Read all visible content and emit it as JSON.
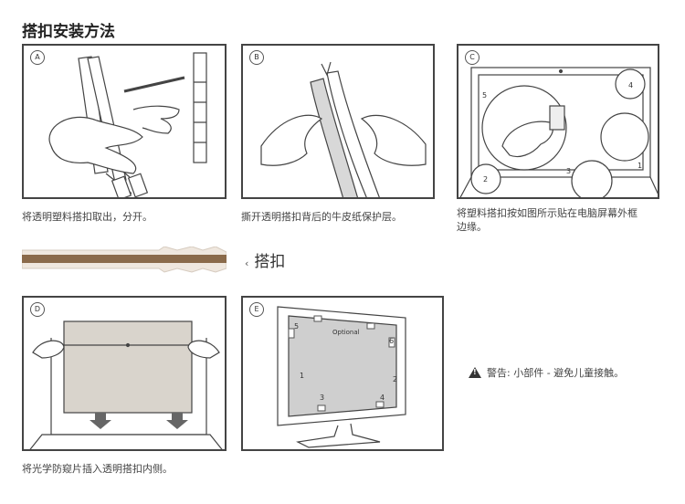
{
  "title": "搭扣安装方法",
  "steps": [
    {
      "badge": "A",
      "caption": "将透明塑料搭扣取出，分开。"
    },
    {
      "badge": "B",
      "caption": "撕开透明搭扣背后的牛皮纸保护层。"
    },
    {
      "badge": "C",
      "caption_line1": "将塑料搭扣按如图所示贴在电脑屏幕外框",
      "caption_line2": "边缘。",
      "numbers": [
        "5",
        "4",
        "2",
        "3",
        "1"
      ]
    },
    {
      "badge": "D",
      "caption": "将光学防窥片插入透明搭扣内侧。"
    },
    {
      "badge": "E",
      "optional_label": "Optional",
      "numbers": [
        "5",
        "6",
        "1",
        "2",
        "3",
        "4"
      ]
    }
  ],
  "strip_label": "搭扣",
  "strip_arrow": "‹",
  "warning": "警告:  小部件 - 避免儿童接触。",
  "colors": {
    "strip_brown": "#8a6a4a",
    "strip_light": "#efe7de",
    "gray": "#cfcfcf",
    "dark": "#444444"
  }
}
